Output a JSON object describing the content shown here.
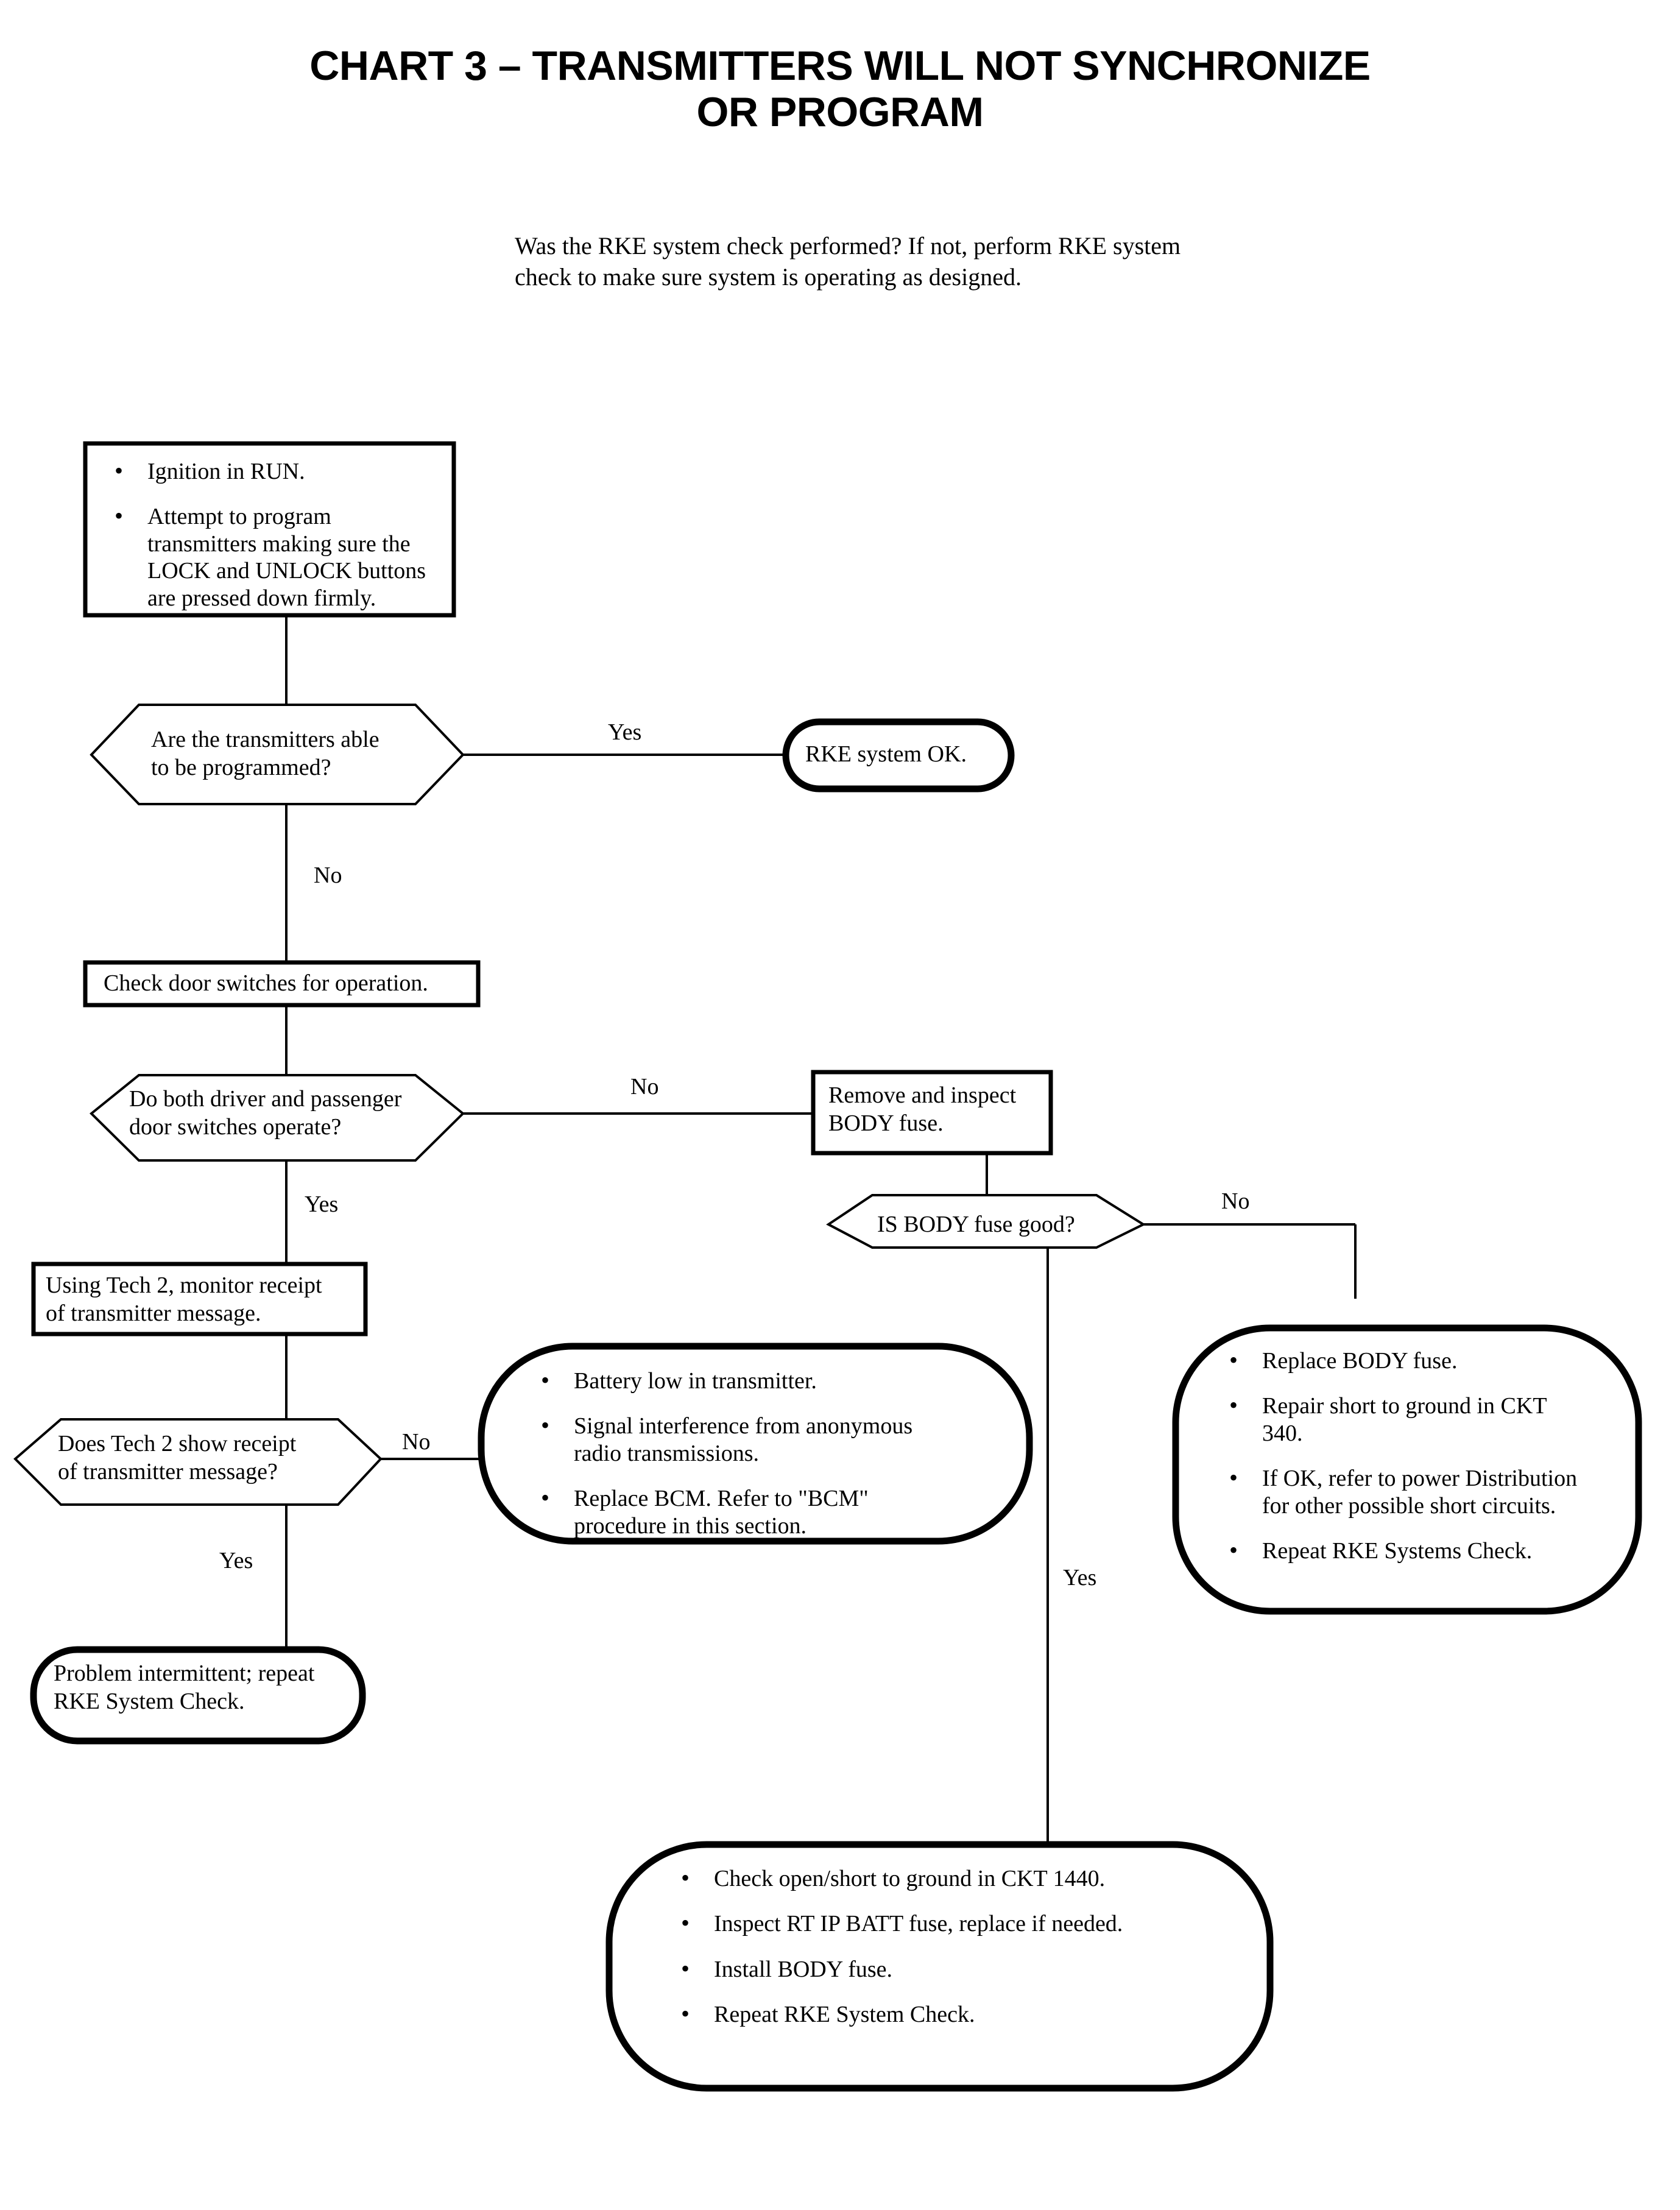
{
  "title": {
    "line1": "CHART 3 – TRANSMITTERS WILL NOT SYNCHRONIZE",
    "line2": "OR PROGRAM"
  },
  "intro": "Was the RKE system check performed?  If not, perform RKE system check to make sure system is operating as designed.",
  "chart_data": {
    "type": "diagram",
    "title": "CHART 3 – TRANSMITTERS WILL NOT SYNCHRONIZE OR PROGRAM",
    "nodes": [
      {
        "id": "n1",
        "shape": "process",
        "bullets": [
          "Ignition in RUN.",
          "Attempt to program transmitters making sure the LOCK and UNLOCK buttons are pressed down firmly."
        ]
      },
      {
        "id": "d1",
        "shape": "decision",
        "text": "Are the transmitters able to be programmed?"
      },
      {
        "id": "t1",
        "shape": "terminator",
        "text": "RKE system OK."
      },
      {
        "id": "n2",
        "shape": "process",
        "text": "Check door switches for operation."
      },
      {
        "id": "d2",
        "shape": "decision",
        "text": "Do both driver and passenger door switches operate?"
      },
      {
        "id": "n3",
        "shape": "process",
        "text": "Remove and inspect BODY fuse."
      },
      {
        "id": "d3",
        "shape": "decision",
        "text": "IS BODY fuse good?"
      },
      {
        "id": "n4",
        "shape": "process",
        "text": "Using Tech 2, monitor receipt of transmitter message."
      },
      {
        "id": "d4",
        "shape": "decision",
        "text": "Does Tech 2 show receipt of transmitter message?"
      },
      {
        "id": "t2",
        "shape": "terminator",
        "bullets": [
          "Battery low in transmitter.",
          "Signal interference from anonymous radio transmissions.",
          "Replace BCM. Refer to \"BCM\" procedure in this section."
        ]
      },
      {
        "id": "t3",
        "shape": "terminator",
        "bullets": [
          "Replace BODY fuse.",
          "Repair short to ground in CKT 340.",
          "If OK, refer to power Distribution for other possible short circuits.",
          "Repeat RKE Systems Check."
        ]
      },
      {
        "id": "t4",
        "shape": "terminator",
        "text": "Problem intermittent; repeat RKE System Check."
      },
      {
        "id": "t5",
        "shape": "terminator",
        "bullets": [
          "Check open/short to ground in CKT 1440.",
          "Inspect RT IP BATT fuse, replace if needed.",
          "Install BODY fuse.",
          "Repeat RKE System Check."
        ]
      }
    ],
    "edges": [
      {
        "from": "n1",
        "to": "d1",
        "label": ""
      },
      {
        "from": "d1",
        "to": "t1",
        "label": "Yes"
      },
      {
        "from": "d1",
        "to": "n2",
        "label": "No"
      },
      {
        "from": "n2",
        "to": "d2",
        "label": ""
      },
      {
        "from": "d2",
        "to": "n3",
        "label": "No"
      },
      {
        "from": "d2",
        "to": "n4",
        "label": "Yes"
      },
      {
        "from": "n3",
        "to": "d3",
        "label": ""
      },
      {
        "from": "d3",
        "to": "t3",
        "label": "No"
      },
      {
        "from": "d3",
        "to": "t5",
        "label": "Yes"
      },
      {
        "from": "n4",
        "to": "d4",
        "label": ""
      },
      {
        "from": "d4",
        "to": "t2",
        "label": "No"
      },
      {
        "from": "d4",
        "to": "t4",
        "label": "Yes"
      }
    ]
  },
  "nodes": {
    "step1": {
      "b1": "Ignition in RUN.",
      "b2": "Attempt to program transmitters making sure the LOCK and UNLOCK buttons are pressed down firmly."
    },
    "dec1": {
      "l1": "Are the transmitters able",
      "l2": "to be programmed?"
    },
    "ok": {
      "text": "RKE system OK."
    },
    "step2": {
      "text": "Check door switches for operation."
    },
    "dec2": {
      "l1": "Do both driver and passenger",
      "l2": "door switches operate?"
    },
    "step3": {
      "l1": "Remove and inspect",
      "l2": "BODY fuse."
    },
    "dec3": {
      "text": "IS BODY fuse good?"
    },
    "step4": {
      "l1": "Using Tech 2, monitor receipt",
      "l2": "of transmitter message."
    },
    "dec4": {
      "l1": "Does Tech 2 show receipt",
      "l2": "of transmitter message?"
    },
    "causes": {
      "b1": "Battery low in transmitter.",
      "b2": "Signal interference from anonymous radio transmissions.",
      "b3": "Replace BCM. Refer to \"BCM\" procedure in this section."
    },
    "fixfuse": {
      "b1": "Replace BODY fuse.",
      "b2": "Repair short to ground in CKT 340.",
      "b3": "If OK, refer to power Distribution for other possible short circuits.",
      "b4": "Repeat RKE Systems Check."
    },
    "intermittent": {
      "l1": "Problem intermittent; repeat",
      "l2": "RKE System Check."
    },
    "ckt": {
      "b1": "Check open/short to ground in CKT 1440.",
      "b2": "Inspect RT IP BATT fuse, replace if needed.",
      "b3": "Install BODY fuse.",
      "b4": "Repeat RKE System Check."
    }
  },
  "labels": {
    "yes1": "Yes",
    "no1": "No",
    "no2": "No",
    "yes2": "Yes",
    "no3": "No",
    "yes3": "Yes",
    "no4": "No",
    "yes4": "Yes"
  },
  "colors": {
    "ink": "#000000",
    "paper": "#ffffff"
  }
}
